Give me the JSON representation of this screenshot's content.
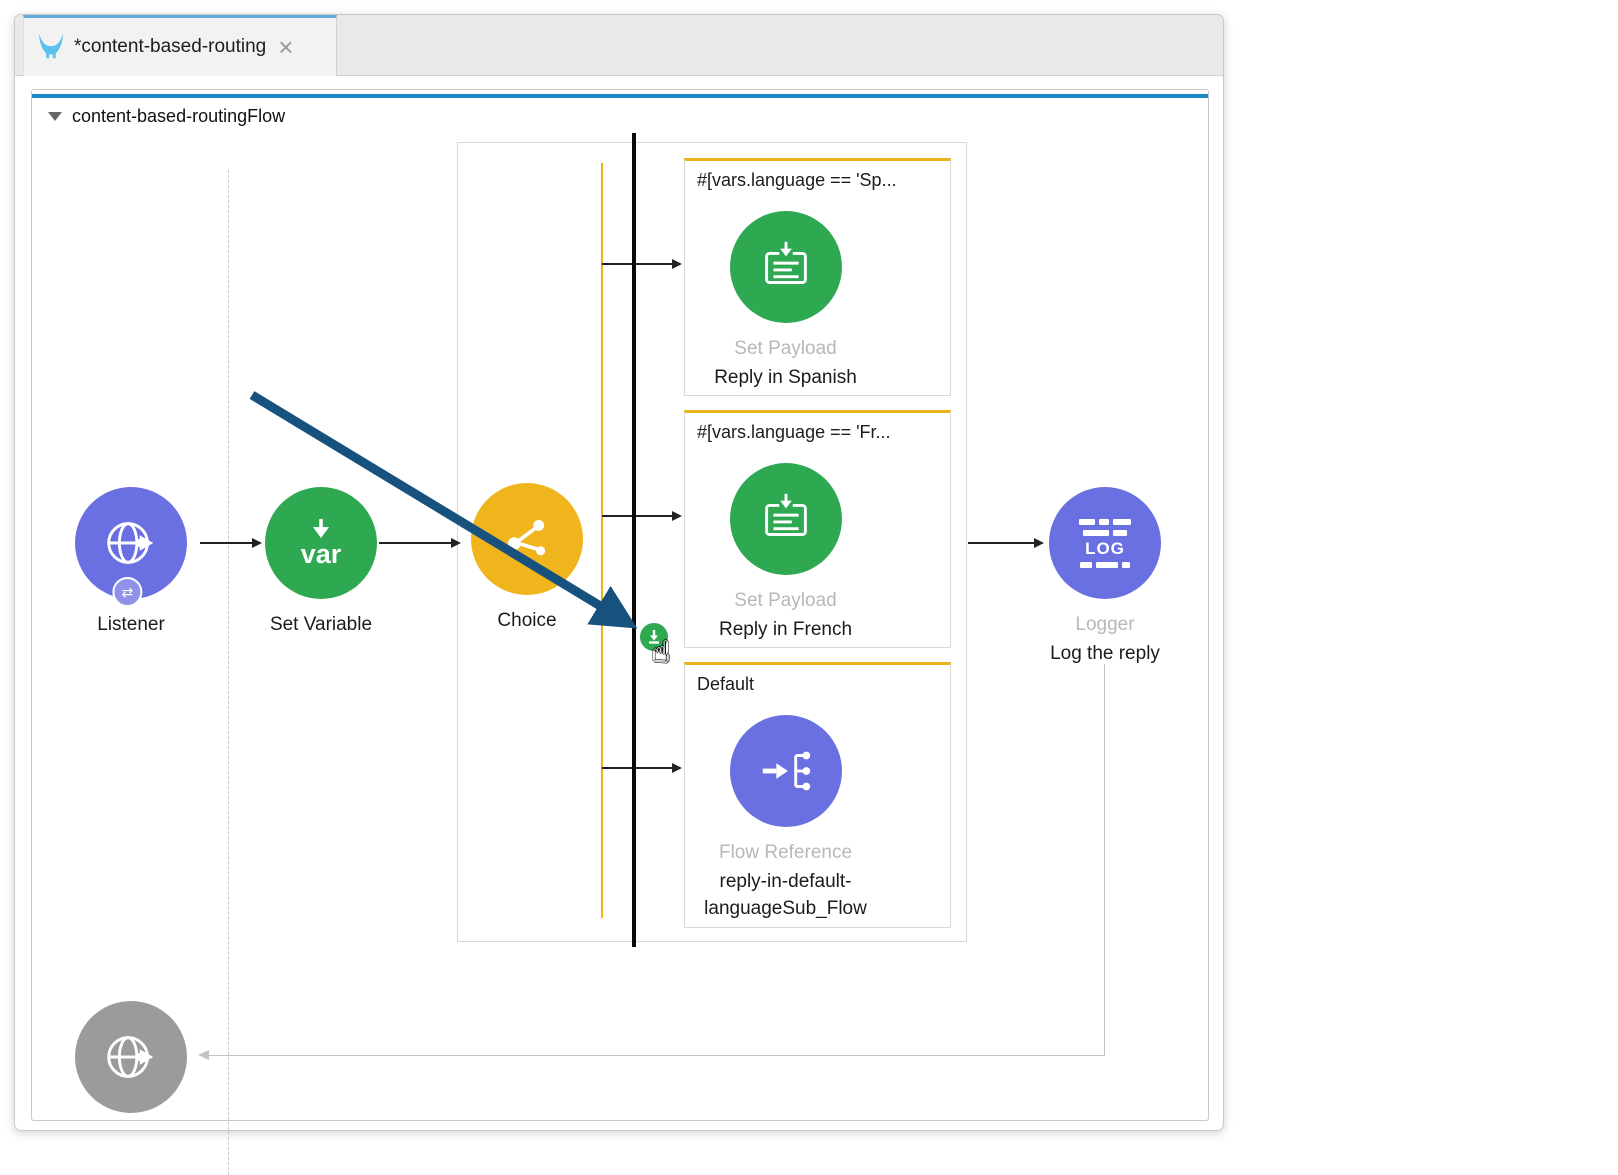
{
  "tab": {
    "title": "*content-based-routing",
    "close_glyph": "×"
  },
  "flow": {
    "title": "content-based-routingFlow"
  },
  "nodes": {
    "listener": {
      "label": "Listener"
    },
    "set_variable": {
      "label": "Set Variable",
      "icon_text": "var"
    },
    "choice": {
      "label": "Choice"
    },
    "logger": {
      "type_label": "Logger",
      "label": "Log the reply",
      "icon_text": "LOG"
    }
  },
  "branches": {
    "spanish": {
      "condition": "#[vars.language == 'Sp...",
      "type_label": "Set Payload",
      "label": "Reply in Spanish"
    },
    "french": {
      "condition": "#[vars.language == 'Fr...",
      "type_label": "Set Payload",
      "label": "Reply in French"
    },
    "default_branch": {
      "condition": "Default",
      "type_label": "Flow Reference",
      "label": "reply-in-default-languageSub_Flow"
    }
  },
  "colors": {
    "accent_blue": "#1c87c9",
    "tab_accent": "#63aadb",
    "node_purple": "#6a6fe2",
    "node_green": "#2fa852",
    "node_yellow": "#f0b41c",
    "branch_border_yellow": "#e9b517",
    "drag_arrow_navy": "#17527e",
    "muted_label": "#b8b8b8"
  }
}
